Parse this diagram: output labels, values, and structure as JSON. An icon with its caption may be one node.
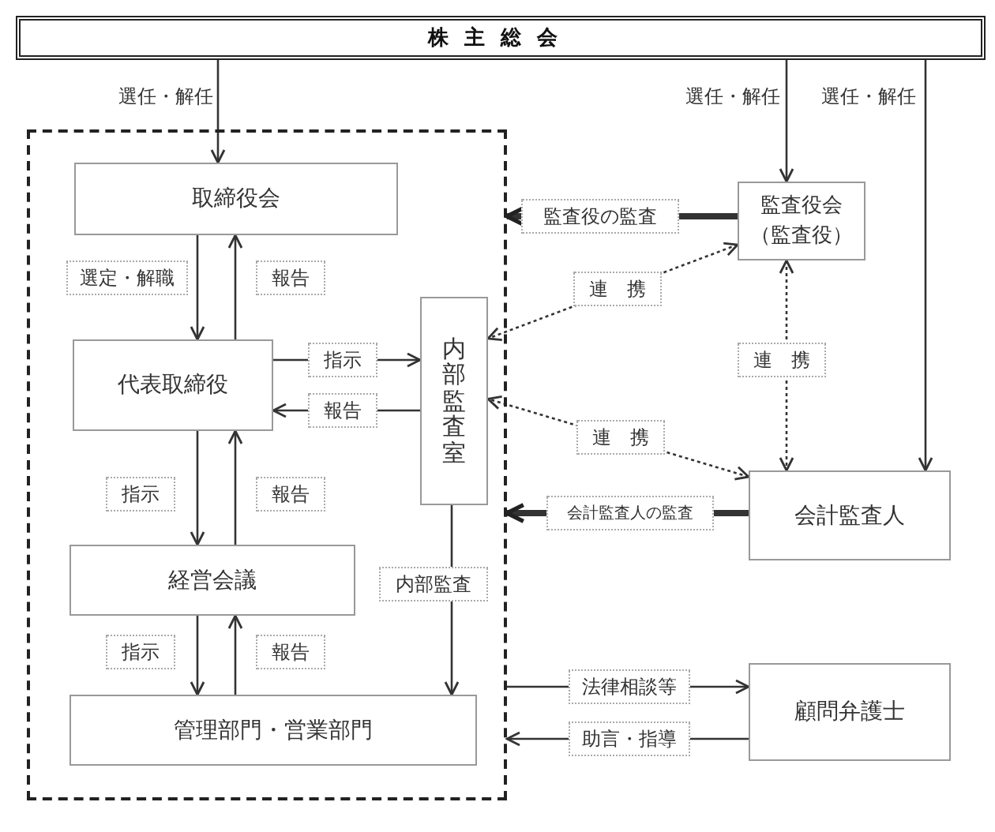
{
  "diagram": {
    "nodes": [
      {
        "text": [
          "株主総会"
        ]
      },
      {
        "text": [],
        "shape": "box"
      },
      {
        "text": [
          "取締役会"
        ],
        "in": 1
      },
      {
        "text": [
          "代表取締役"
        ],
        "in": 1
      },
      {
        "text": [
          "内部監査室"
        ],
        "in": 1
      },
      {
        "text": [
          "経営会議"
        ],
        "in": 1
      },
      {
        "text": [
          "管理部門・営業部門"
        ],
        "in": 1
      },
      {
        "text": [
          "監査役会（監査役）"
        ]
      },
      {
        "text": [
          "会計監査人"
        ]
      },
      {
        "text": [
          "顧問弁護士"
        ]
      }
    ],
    "edges": [
      {
        "from": 0,
        "to": 2,
        "arrow": "to",
        "label": "選任・解任"
      },
      {
        "from": 0,
        "to": 7,
        "arrow": "to",
        "label": "選任・解任"
      },
      {
        "from": 0,
        "to": 8,
        "arrow": "to",
        "label": "選任・解任"
      },
      {
        "from": 2,
        "to": 3,
        "arrow": "to",
        "label": "選定・解職"
      },
      {
        "from": 3,
        "to": 2,
        "arrow": "to",
        "label": "報告"
      },
      {
        "from": 3,
        "to": 4,
        "arrow": "to",
        "label": "指示"
      },
      {
        "from": 4,
        "to": 3,
        "arrow": "to",
        "label": "報告"
      },
      {
        "from": 3,
        "to": 5,
        "arrow": "to",
        "label": "指示"
      },
      {
        "from": 5,
        "to": 3,
        "arrow": "to",
        "label": "報告"
      },
      {
        "from": 5,
        "to": 6,
        "arrow": "to",
        "label": "指示"
      },
      {
        "from": 6,
        "to": 5,
        "arrow": "to",
        "label": "報告"
      },
      {
        "from": 4,
        "to": 6,
        "arrow": "to",
        "label": "内部監査"
      },
      {
        "from": 7,
        "to": 1,
        "arrow": "to",
        "label": "監査役の監査",
        "style": "thick"
      },
      {
        "from": 8,
        "to": 1,
        "arrow": "to",
        "label": "会計監査人の監査",
        "style": "thick"
      },
      {
        "from": 7,
        "to": 4,
        "arrow": "both",
        "label": "連　携",
        "style": "dashed"
      },
      {
        "from": 7,
        "to": 8,
        "arrow": "both",
        "label": "連　携",
        "style": "dashed"
      },
      {
        "from": 8,
        "to": 4,
        "arrow": "both",
        "label": "連　携",
        "style": "dashed"
      },
      {
        "from": 1,
        "to": 9,
        "arrow": "to",
        "label": "法律相談等"
      },
      {
        "from": 9,
        "to": 1,
        "arrow": "to",
        "label": "助言・指導"
      }
    ]
  }
}
